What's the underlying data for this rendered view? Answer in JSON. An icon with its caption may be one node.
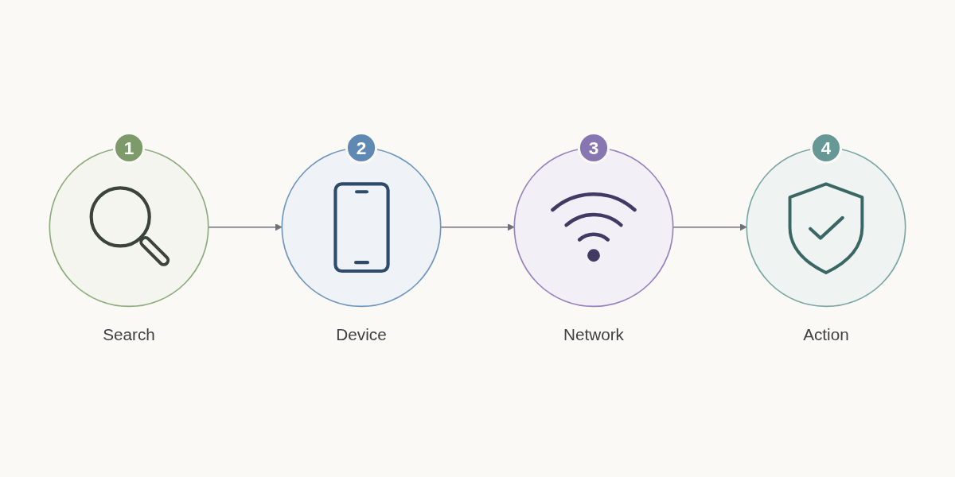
{
  "diagram": {
    "nodes": [
      {
        "text": [
          "1"
        ]
      },
      {
        "text": [],
        "shape": "circle",
        "beside": [
          "Search"
        ]
      },
      {
        "text": [
          "2"
        ]
      },
      {
        "text": [],
        "shape": "circle",
        "beside": [
          "Device"
        ]
      },
      {
        "text": [
          "3"
        ]
      },
      {
        "text": [],
        "shape": "circle",
        "beside": [
          "Network"
        ]
      },
      {
        "text": [
          "4"
        ]
      },
      {
        "text": [],
        "shape": "circle",
        "beside": [
          "Action"
        ]
      }
    ],
    "edges": [
      {
        "from": 1,
        "to": 3,
        "arrow": "to"
      },
      {
        "from": 3,
        "to": 5,
        "arrow": "to"
      },
      {
        "from": 5,
        "to": 7,
        "arrow": "to"
      }
    ]
  }
}
